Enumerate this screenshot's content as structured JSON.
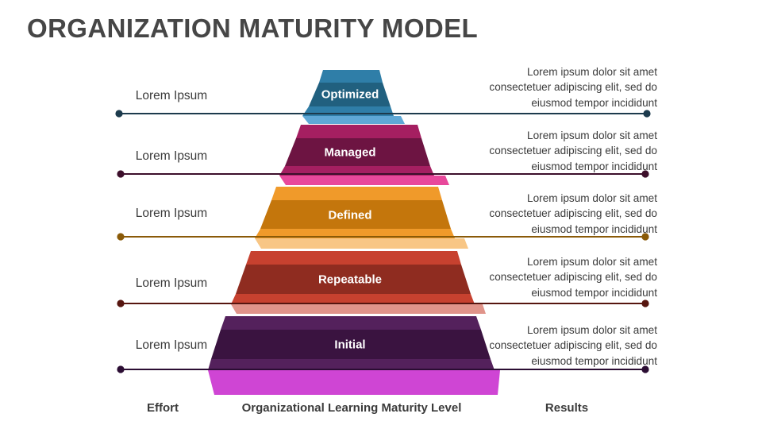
{
  "title": "ORGANIZATION MATURITY MODEL",
  "colors": {
    "title": "#464646",
    "text": "#3b3b3b",
    "background": "#ffffff"
  },
  "axis": {
    "left_label": "Effort",
    "center_label": "Organizational Learning Maturity Level",
    "right_label": "Results"
  },
  "levels": [
    {
      "name": "Optimized",
      "left_label": "Lorem Ipsum",
      "right_text": "Lorem ipsum dolor sit amet consectetuer adipiscing elit, sed do eiusmod tempor incididunt",
      "band_light": "#2f7ea8",
      "band_dark": "#21607f",
      "shadow": "#5fa8d6",
      "line_color": "#1d3b4d",
      "dot_color": "#1d3b4d"
    },
    {
      "name": "Managed",
      "left_label": "Lorem Ipsum",
      "right_text": "Lorem ipsum dolor sit amet consectetuer adipiscing elit, sed do eiusmod tempor incididunt",
      "band_light": "#a51f61",
      "band_dark": "#6d1442",
      "shadow": "#e8489b",
      "line_color": "#3d0f2b",
      "dot_color": "#3d0f2b"
    },
    {
      "name": "Defined",
      "left_label": "Lorem Ipsum",
      "right_text": "Lorem ipsum dolor sit amet consectetuer adipiscing elit, sed do eiusmod tempor incididunt",
      "band_light": "#f09a2a",
      "band_dark": "#c4760c",
      "shadow": "#f8c685",
      "line_color": "#8a5a08",
      "dot_color": "#8a5a08"
    },
    {
      "name": "Repeatable",
      "left_label": "Lorem Ipsum",
      "right_text": "Lorem ipsum dolor sit amet consectetuer adipiscing elit, sed do eiusmod tempor incididunt",
      "band_light": "#c7412f",
      "band_dark": "#8f2c20",
      "shadow": "#e0948a",
      "line_color": "#56150f",
      "dot_color": "#56150f"
    },
    {
      "name": "Initial",
      "left_label": "Lorem Ipsum",
      "right_text": "Lorem ipsum dolor sit amet consectetuer adipiscing elit, sed do eiusmod tempor incididunt",
      "band_light": "#54215c",
      "band_dark": "#3a1340",
      "shadow": "#cf45d4",
      "line_color": "#2b0d33",
      "dot_color": "#2b0d33"
    }
  ]
}
